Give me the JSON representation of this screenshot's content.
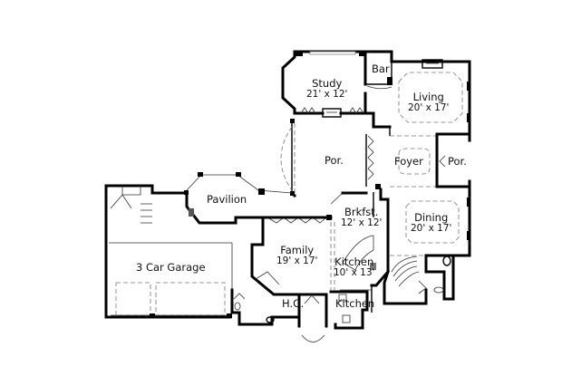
{
  "plan": {
    "type": "floor plan",
    "rooms": [
      {
        "id": "study",
        "name": "Study",
        "dims": "21' x 12'"
      },
      {
        "id": "bar",
        "name": "Bar",
        "dims": ""
      },
      {
        "id": "living",
        "name": "Living",
        "dims": "20' x 17'"
      },
      {
        "id": "porch_main",
        "name": "Por.",
        "dims": ""
      },
      {
        "id": "foyer",
        "name": "Foyer",
        "dims": ""
      },
      {
        "id": "porch_front",
        "name": "Por.",
        "dims": ""
      },
      {
        "id": "pavilion",
        "name": "Pavilion",
        "dims": ""
      },
      {
        "id": "breakfast",
        "name": "Brkfst.",
        "dims": "12' x 12'"
      },
      {
        "id": "dining",
        "name": "Dining",
        "dims": "20' x 17'"
      },
      {
        "id": "garage",
        "name": "3 Car Garage",
        "dims": ""
      },
      {
        "id": "family",
        "name": "Family",
        "dims": "19' x 17'"
      },
      {
        "id": "kitchen",
        "name": "Kitchen",
        "dims": "10' x 13'"
      },
      {
        "id": "home_office",
        "name": "H.O.",
        "dims": ""
      },
      {
        "id": "kitchen2",
        "name": "Kitchen",
        "dims": ""
      }
    ]
  }
}
